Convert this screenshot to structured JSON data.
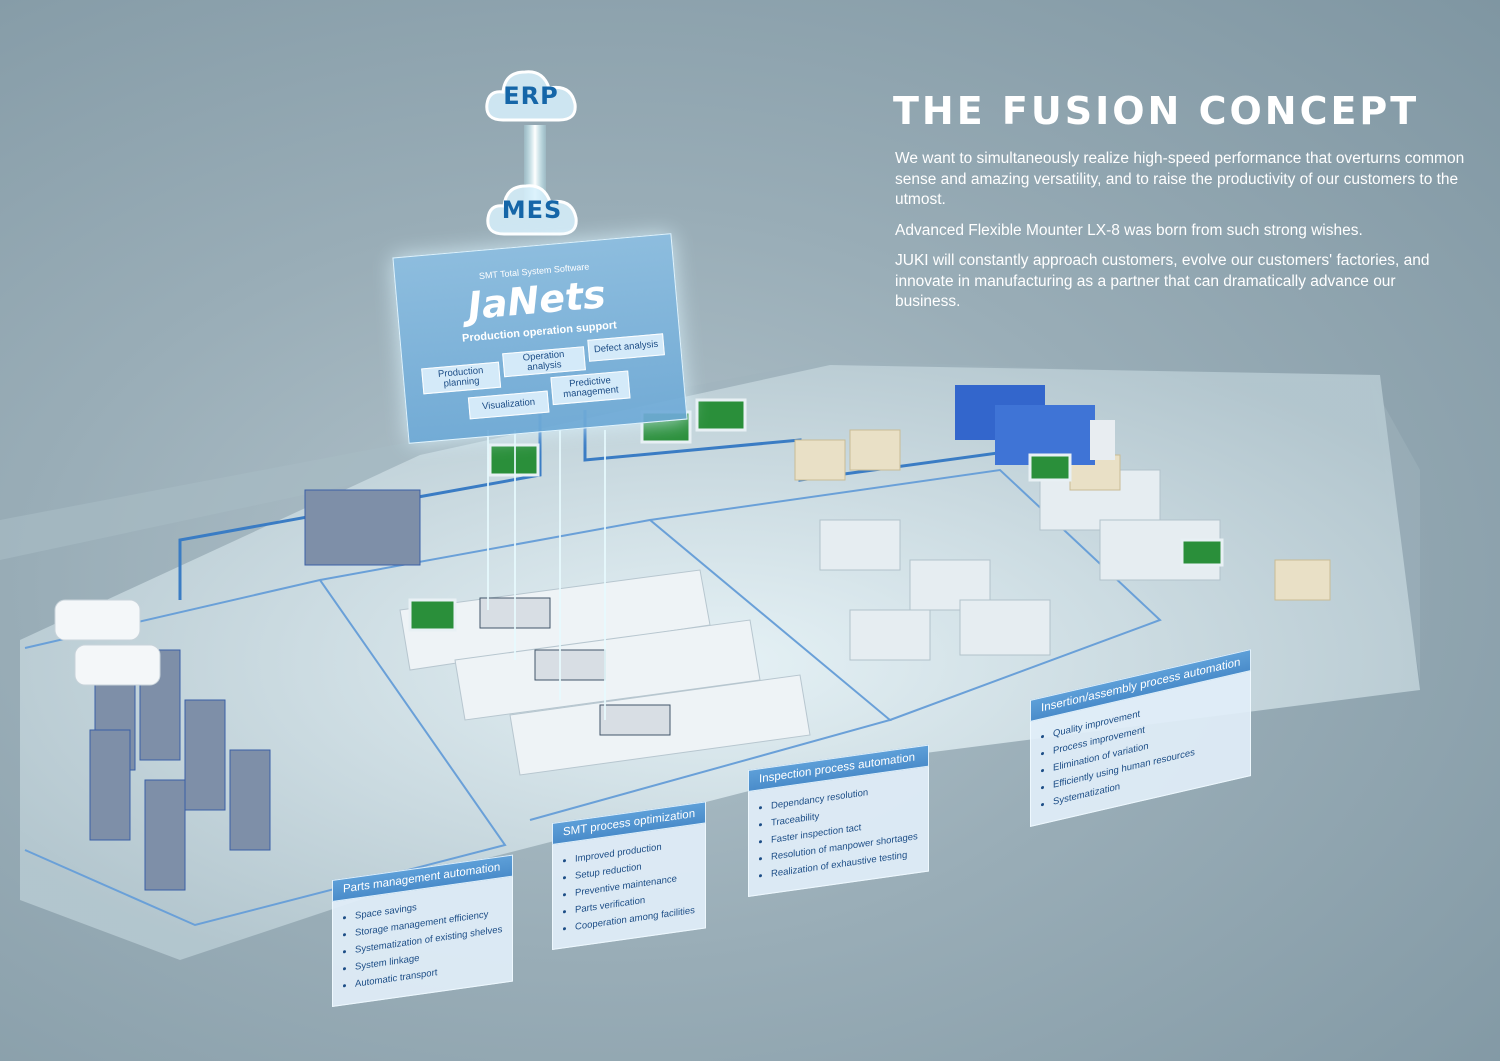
{
  "heading": "THE FUSION CONCEPT",
  "intro": [
    "We want to simultaneously realize high-speed performance that overturns common sense and amazing versatility, and to raise the productivity of our customers to the utmost.",
    "Advanced Flexible Mounter LX-8 was born from such strong wishes.",
    "JUKI will constantly approach customers, evolve our customers' factories, and innovate in manufacturing as a partner that can dramatically advance our business."
  ],
  "clouds": [
    "ERP",
    "MES"
  ],
  "janets": {
    "subtitle": "SMT Total System Software",
    "logo": "JaNets",
    "tagline": "Production operation support",
    "modules": [
      "Production planning",
      "Operation analysis",
      "Defect analysis",
      "Visualization",
      "Predictive management"
    ]
  },
  "panels": [
    {
      "title": "Parts management automation",
      "items": [
        "Space savings",
        "Storage management efficiency",
        "Systematization of existing shelves",
        "System linkage",
        "Automatic transport"
      ]
    },
    {
      "title": "SMT process optimization",
      "items": [
        "Improved production",
        "Setup reduction",
        "Preventive maintenance",
        "Parts verification",
        "Cooperation among facilities"
      ]
    },
    {
      "title": "Inspection process automation",
      "items": [
        "Dependancy resolution",
        "Traceability",
        "Faster inspection tact",
        "Resolution of manpower shortages",
        "Realization of exhaustive testing"
      ]
    },
    {
      "title": "Insertion/assembly process automation",
      "items": [
        "Quality improvement",
        "Process improvement",
        "Elimination of variation",
        "Efficiently using human resources",
        "Systematization"
      ]
    }
  ],
  "colors": {
    "accent": "#4a8cca",
    "panel_text": "#1c4d86",
    "glow": "#e8fbff"
  }
}
